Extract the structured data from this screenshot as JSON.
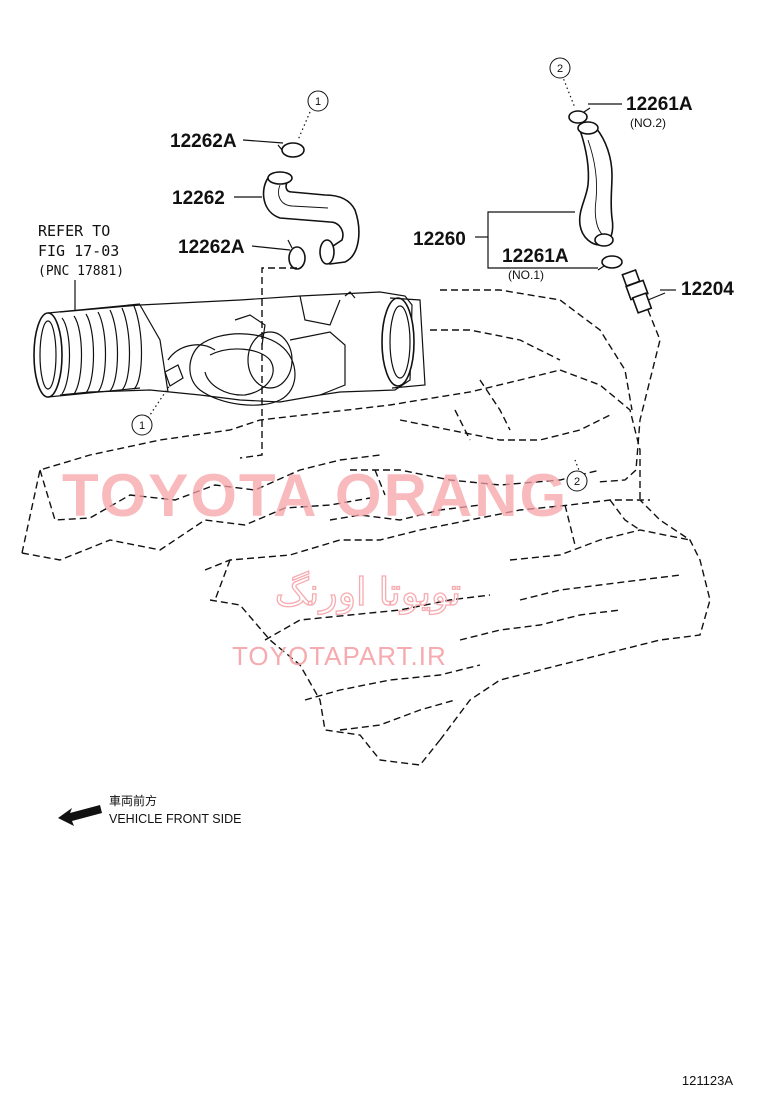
{
  "parts": {
    "clamp_12262a_top": "12262A",
    "hose_12262": "12262",
    "clamp_12262a_lower": "12262A",
    "clamp_12261a_no2": "12261A",
    "clamp_no2_note": "(NO.2)",
    "hose_12260": "12260",
    "clamp_12261a_no1": "12261A",
    "clamp_no1_note": "(NO.1)",
    "valve_12204": "12204"
  },
  "reference": {
    "line1": "REFER TO",
    "line2": "FIG 17-03",
    "line3": "(PNC 17881)"
  },
  "callouts": {
    "top_1": "1",
    "lower_1": "1",
    "top_2": "2",
    "lower_2": "2"
  },
  "direction": {
    "japanese": "車両前方",
    "english": "VEHICLE FRONT SIDE"
  },
  "watermark": {
    "brand": "TOYOTA ORANG",
    "persian": "تویوتا اورنگ",
    "url": "TOYOTAPART.IR"
  },
  "diagram_code": "121123A",
  "colors": {
    "line": "#111111",
    "watermark": "#f6a3a8",
    "background": "#ffffff"
  }
}
